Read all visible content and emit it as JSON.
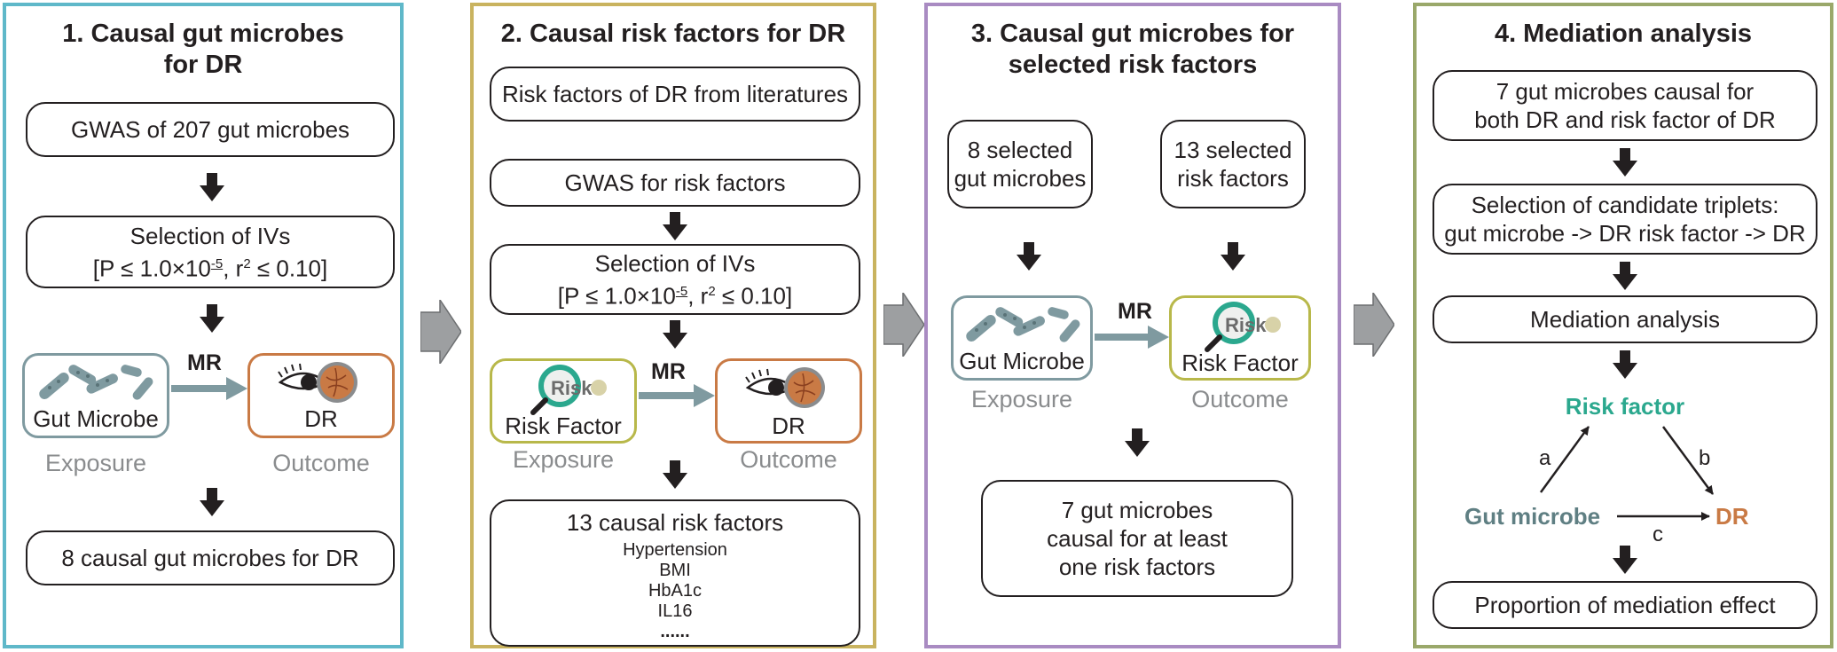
{
  "colors": {
    "panel1": "#5fb8c9",
    "panel2": "#c9b35f",
    "panel3": "#a98bc2",
    "panel4": "#9aa86a",
    "microbe_box": "#7f9aa0",
    "dr_box": "#c97a45",
    "risk_box": "#b8b84a",
    "mr_arrow": "#7f9aa0",
    "stage_arrow": "#9d9fa1",
    "risk_factor_text": "#2ba88e",
    "gut_microbe_text": "#5f7f83",
    "dr_text": "#c97a45"
  },
  "panel1": {
    "title": "1. Causal gut microbes\nfor DR",
    "box1": "GWAS of 207 gut microbes",
    "box2_line1": "Selection of IVs",
    "box2_p": "[P ≤ 1.0×10",
    "box2_exp": "-5",
    "box2_r": ", r",
    "box2_r_sup": "2",
    "box2_tail": " ≤ 0.10]",
    "exposure_label": "Gut Microbe",
    "outcome_label": "DR",
    "mr": "MR",
    "exposure_role": "Exposure",
    "outcome_role": "Outcome",
    "result": "8 causal gut microbes for DR"
  },
  "panel2": {
    "title": "2. Causal risk factors for DR",
    "box1": "Risk factors of DR from literatures",
    "box2": "GWAS for risk factors",
    "box3_line1": "Selection of IVs",
    "box3_p": "[P ≤ 1.0×10",
    "box3_exp": "-5",
    "box3_r": ", r",
    "box3_r_sup": "2",
    "box3_tail": " ≤ 0.10]",
    "exposure_label": "Risk Factor",
    "outcome_label": "DR",
    "mr": "MR",
    "exposure_role": "Exposure",
    "outcome_role": "Outcome",
    "result_title": "13 causal risk factors",
    "result_items": [
      "Hypertension",
      "BMI",
      "HbA1c",
      "IL16",
      "......"
    ],
    "risk_icon_word": "Risk"
  },
  "panel3": {
    "title": "3. Causal gut microbes for\nselected risk factors",
    "box_left": "8 selected\ngut microbes",
    "box_right": "13 selected\nrisk factors",
    "exposure_label": "Gut Microbe",
    "outcome_label": "Risk Factor",
    "mr": "MR",
    "exposure_role": "Exposure",
    "outcome_role": "Outcome",
    "result": "7 gut microbes\ncausal for at least\none risk factors",
    "risk_icon_word": "Risk"
  },
  "panel4": {
    "title": "4. Mediation analysis",
    "box1": "7 gut microbes causal for\nboth DR  and risk factor of DR",
    "box2": "Selection of candidate triplets:\ngut microbe -> DR risk factor -> DR",
    "box3": "Mediation analysis",
    "triangle": {
      "top": "Risk factor",
      "left": "Gut microbe",
      "right": "DR",
      "a": "a",
      "b": "b",
      "c": "c"
    },
    "box4": "Proportion of mediation effect"
  }
}
